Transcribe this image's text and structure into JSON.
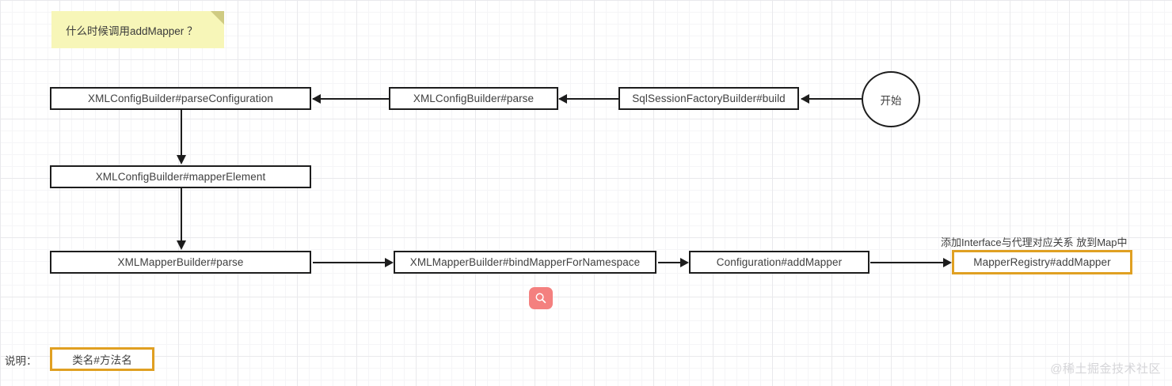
{
  "diagram": {
    "sticky_note": {
      "text": "什么时候调用addMapper ？"
    },
    "start_node": {
      "label": "开始",
      "shape": "circle"
    },
    "nodes": [
      {
        "id": "parseConfiguration",
        "label": "XMLConfigBuilder#parseConfiguration",
        "highlight": false
      },
      {
        "id": "parse",
        "label": "XMLConfigBuilder#parse",
        "highlight": false
      },
      {
        "id": "build",
        "label": "SqlSessionFactoryBuilder#build",
        "highlight": false
      },
      {
        "id": "mapperElement",
        "label": "XMLConfigBuilder#mapperElement",
        "highlight": false
      },
      {
        "id": "mapperParse",
        "label": "XMLMapperBuilder#parse",
        "highlight": false
      },
      {
        "id": "bindMapperForNamespace",
        "label": "XMLMapperBuilder#bindMapperForNamespace",
        "highlight": false
      },
      {
        "id": "configurationAddMapper",
        "label": "Configuration#addMapper",
        "highlight": false
      },
      {
        "id": "mapperRegistryAddMapper",
        "label": "MapperRegistry#addMapper",
        "highlight": true
      }
    ],
    "annotation": {
      "text": "添加Interface与代理对应关系 放到Map中"
    },
    "legend": {
      "label": "说明：",
      "sample_box": "类名#方法名"
    },
    "search_badge": {
      "icon": "search-icon"
    },
    "watermark": {
      "text": "@稀土掘金技术社区"
    },
    "colors": {
      "node_border": "#1d1d1d",
      "highlight_border": "#e0a022",
      "sticky_background": "#f7f6b8",
      "badge_background": "#f4807f",
      "grid_line": "#e9e9ec",
      "watermark": "#d5d5d8"
    }
  }
}
